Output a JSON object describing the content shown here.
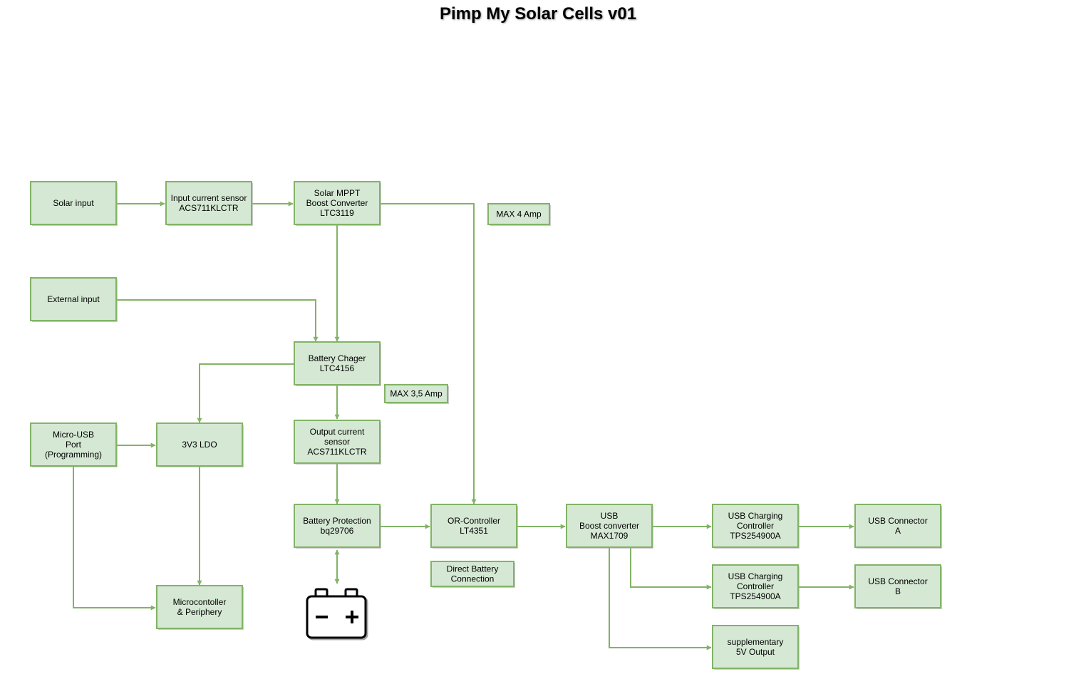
{
  "title": "Pimp My Solar Cells v01",
  "colors": {
    "fill": "#d5e8d4",
    "stroke": "#82b366",
    "shadow": "#a9a9a9",
    "text": "#000000"
  },
  "nodes": {
    "solar_input": [
      "Solar input"
    ],
    "input_sensor": [
      "Input current sensor",
      "ACS711KLCTR"
    ],
    "mppt": [
      "Solar MPPT",
      "Boost Converter",
      "LTC3119"
    ],
    "max4": [
      "MAX 4 Amp"
    ],
    "external_input": [
      "External input"
    ],
    "charger": [
      "Battery Chager",
      "LTC4156"
    ],
    "max35": [
      "MAX 3,5 Amp"
    ],
    "micro_usb": [
      "Micro-USB",
      "Port",
      "(Programming)"
    ],
    "ldo": [
      "3V3 LDO"
    ],
    "output_sensor": [
      "Output current",
      "sensor",
      "ACS711KLCTR"
    ],
    "protection": [
      "Battery Protection",
      "bq29706"
    ],
    "or_controller": [
      "OR-Controller",
      "LT4351"
    ],
    "usb_boost": [
      "USB",
      "Boost converter",
      "MAX1709"
    ],
    "usb_charge_a": [
      "USB Charging",
      "Controller",
      "TPS254900A"
    ],
    "usb_conn_a": [
      "USB Connector",
      "A"
    ],
    "usb_charge_b": [
      "USB Charging",
      "Controller",
      "TPS254900A"
    ],
    "usb_conn_b": [
      "USB Connector",
      "B"
    ],
    "direct_battery": [
      "Direct Battery",
      "Connection"
    ],
    "supplementary": [
      "supplementary",
      "5V Output"
    ],
    "microcontroller": [
      "Microcontoller",
      "& Periphery"
    ]
  },
  "icons": {
    "battery": "battery-icon"
  }
}
